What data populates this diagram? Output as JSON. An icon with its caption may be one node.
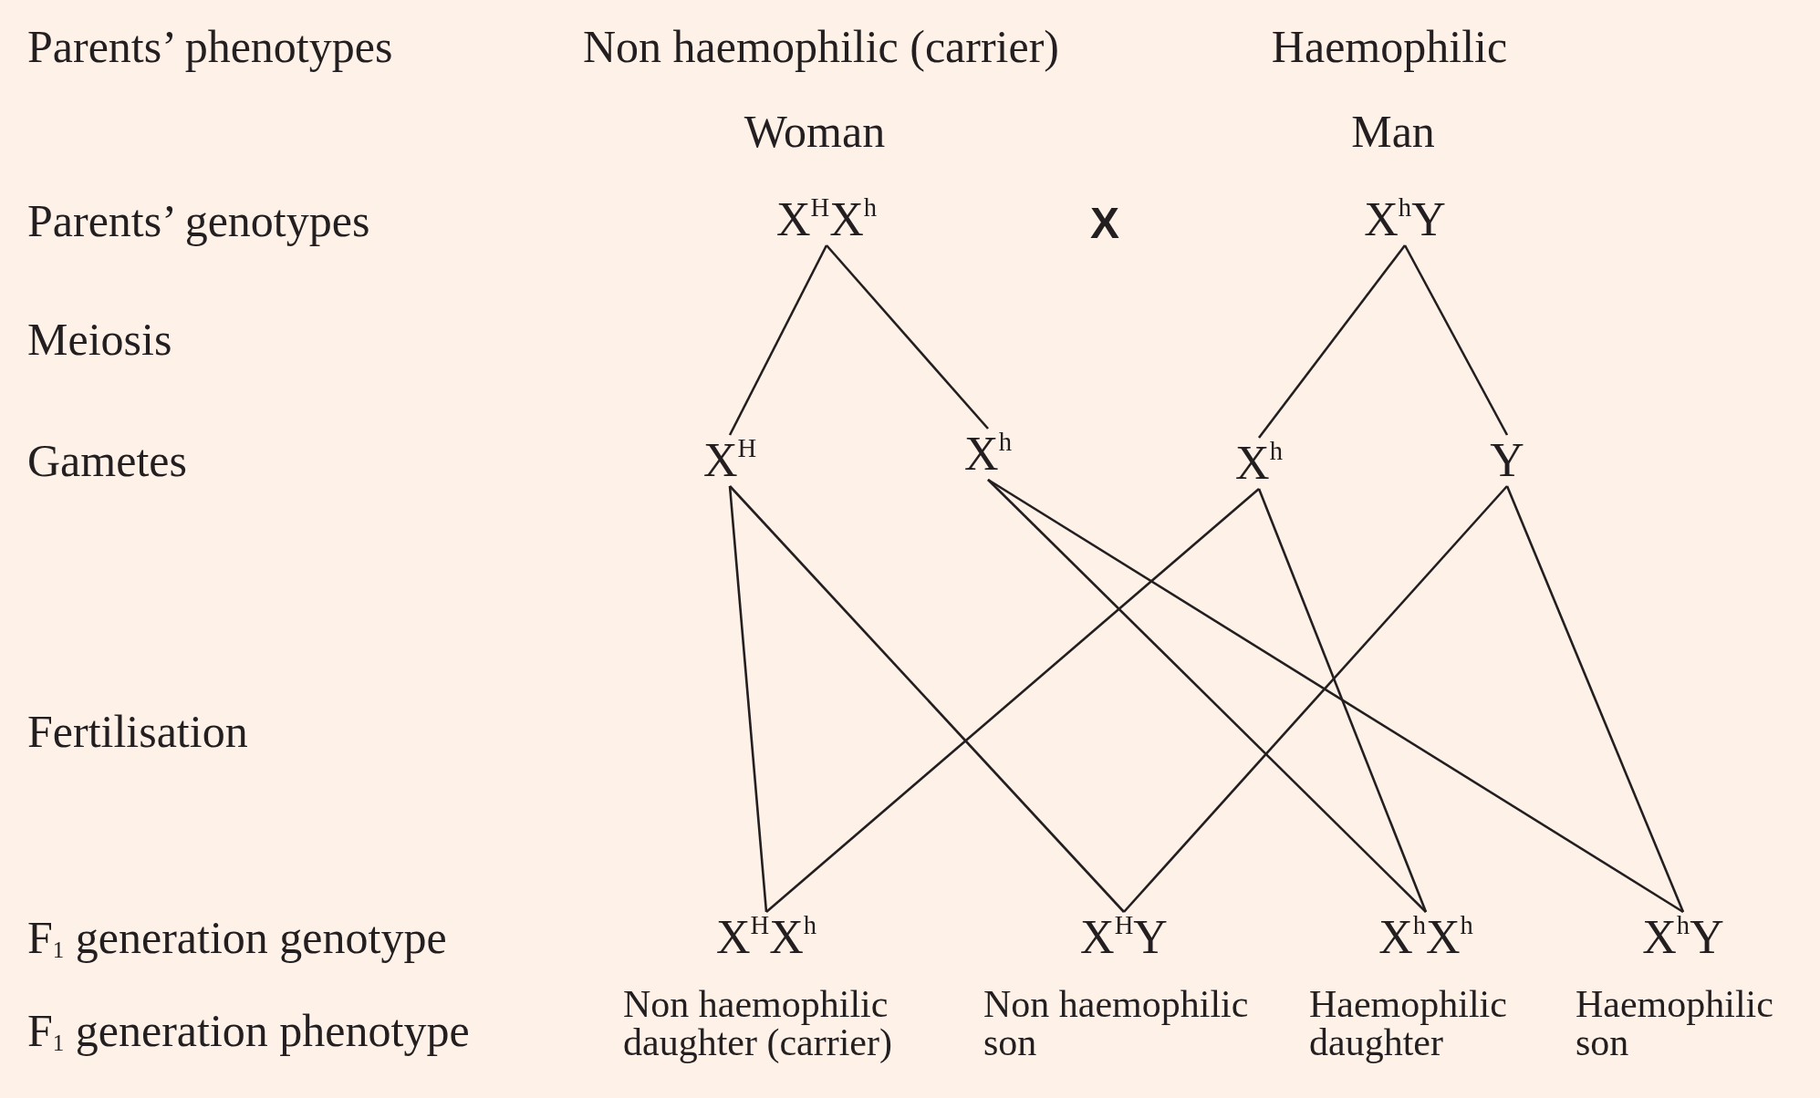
{
  "diagram": {
    "nodes": [
      {
        "text": [
          "X$^{H}$X$^{h}$"
        ]
      },
      {
        "text": [
          "X$^{h}$Y"
        ]
      },
      {
        "text": [
          "X$^{H}$"
        ]
      },
      {
        "text": [
          "X$^{h}$"
        ]
      },
      {
        "text": [
          "X$^{h}$"
        ]
      },
      {
        "text": [
          "Y"
        ]
      },
      {
        "text": [
          "X$^{H}$X$^{h}$"
        ],
        "beside": [
          "Non haemophilic daughter (carrier)"
        ]
      },
      {
        "text": [
          "X$^{H}$Y"
        ],
        "beside": [
          "Non haemophilic son"
        ]
      },
      {
        "text": [
          "X$^{h}$X$^{h}$"
        ],
        "beside": [
          "Haemophilic daughter"
        ]
      },
      {
        "text": [
          "X$^{h}$Y"
        ],
        "beside": [
          "Haemophilic son"
        ]
      }
    ],
    "edges": [
      {
        "from": 0,
        "to": 2,
        "arrow": "none"
      },
      {
        "from": 0,
        "to": 3,
        "arrow": "none"
      },
      {
        "from": 1,
        "to": 4,
        "arrow": "none"
      },
      {
        "from": 1,
        "to": 5,
        "arrow": "none"
      },
      {
        "from": 2,
        "to": 6,
        "arrow": "none"
      },
      {
        "from": 2,
        "to": 7,
        "arrow": "none"
      },
      {
        "from": 3,
        "to": 8,
        "arrow": "none"
      },
      {
        "from": 3,
        "to": 9,
        "arrow": "none"
      },
      {
        "from": 4,
        "to": 6,
        "arrow": "none"
      },
      {
        "from": 4,
        "to": 8,
        "arrow": "none"
      },
      {
        "from": 5,
        "to": 7,
        "arrow": "none"
      },
      {
        "from": 5,
        "to": 9,
        "arrow": "none"
      }
    ],
    "labels": [
      "Parents’ phenotypes",
      "Non haemophilic (carrier)",
      "Haemophilic",
      "Woman",
      "Man",
      "Parents’ genotypes",
      "X",
      "Meiosis",
      "Gametes",
      "Fertilisation",
      "F$_{1}$ generation genotype",
      "F$_{1}$ generation phenotype"
    ]
  }
}
